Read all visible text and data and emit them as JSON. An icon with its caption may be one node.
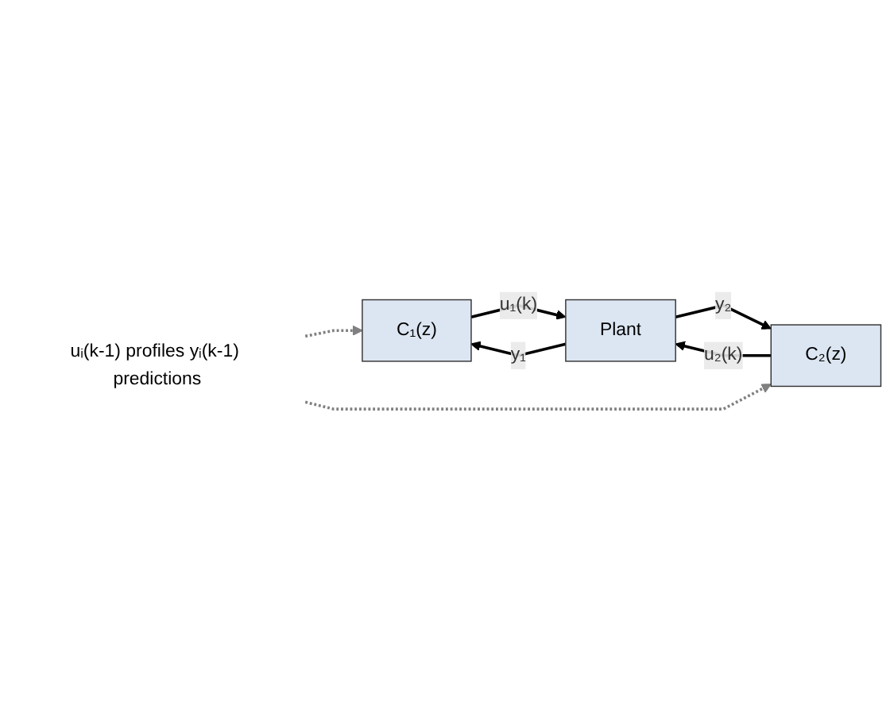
{
  "diagram": {
    "nodes": [
      {
        "text": [
          "C₁(z)"
        ]
      },
      {
        "text": [
          "uᵢ(k-1) profiles yᵢ(k-1) predictions"
        ]
      },
      {
        "text": [
          "C₂(z)"
        ]
      },
      {
        "text": [
          "Plant"
        ]
      }
    ],
    "edges": [
      {
        "from": 3,
        "to": 0,
        "label": "y₁",
        "arrow": "to"
      },
      {
        "from": 0,
        "to": 3,
        "label": "u₁(k)",
        "arrow": "to"
      },
      {
        "from": 2,
        "to": 3,
        "label": "u₂(k)",
        "arrow": "to"
      },
      {
        "from": 3,
        "to": 2,
        "label": "y₂",
        "arrow": "to"
      },
      {
        "from": 1,
        "to": 0,
        "arrow": "to",
        "style": "dashed",
        "color": "#808080"
      },
      {
        "from": 1,
        "to": 2,
        "arrow": "to",
        "style": "dashed",
        "color": "#808080"
      }
    ]
  }
}
